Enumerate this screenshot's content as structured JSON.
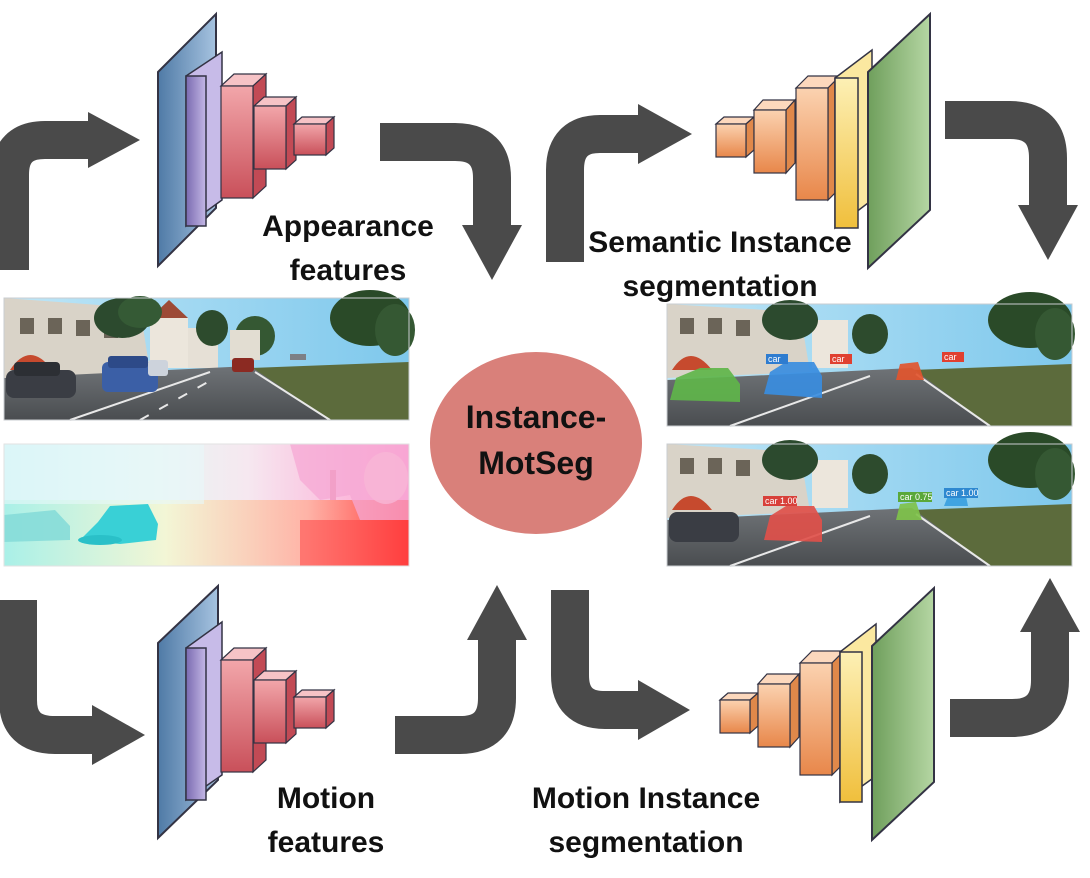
{
  "labels": {
    "appearance_line1": "Appearance",
    "appearance_line2": "features",
    "semantic_line1": "Semantic Instance",
    "semantic_line2": "segmentation",
    "motion_line1": "Motion",
    "motion_line2": "features",
    "motion_inst_line1": "Motion Instance",
    "motion_inst_line2": "segmentation",
    "center_line1": "Instance-",
    "center_line2": "MotSeg"
  },
  "semantic_tags": [
    "car",
    "car",
    "car"
  ],
  "motion_tags": [
    "car 1.00",
    "car 0.75",
    "car 1.00"
  ],
  "colors": {
    "arrow": "#4a4a4a",
    "center_circle": "#d9807a",
    "encoder_blue": "#7fa2c8",
    "encoder_purple": "#9e8fc9",
    "encoder_red": "#e07a80",
    "decoder_orange": "#f2a46a",
    "decoder_yellow": "#f7d46a",
    "decoder_green": "#8fb87a"
  }
}
